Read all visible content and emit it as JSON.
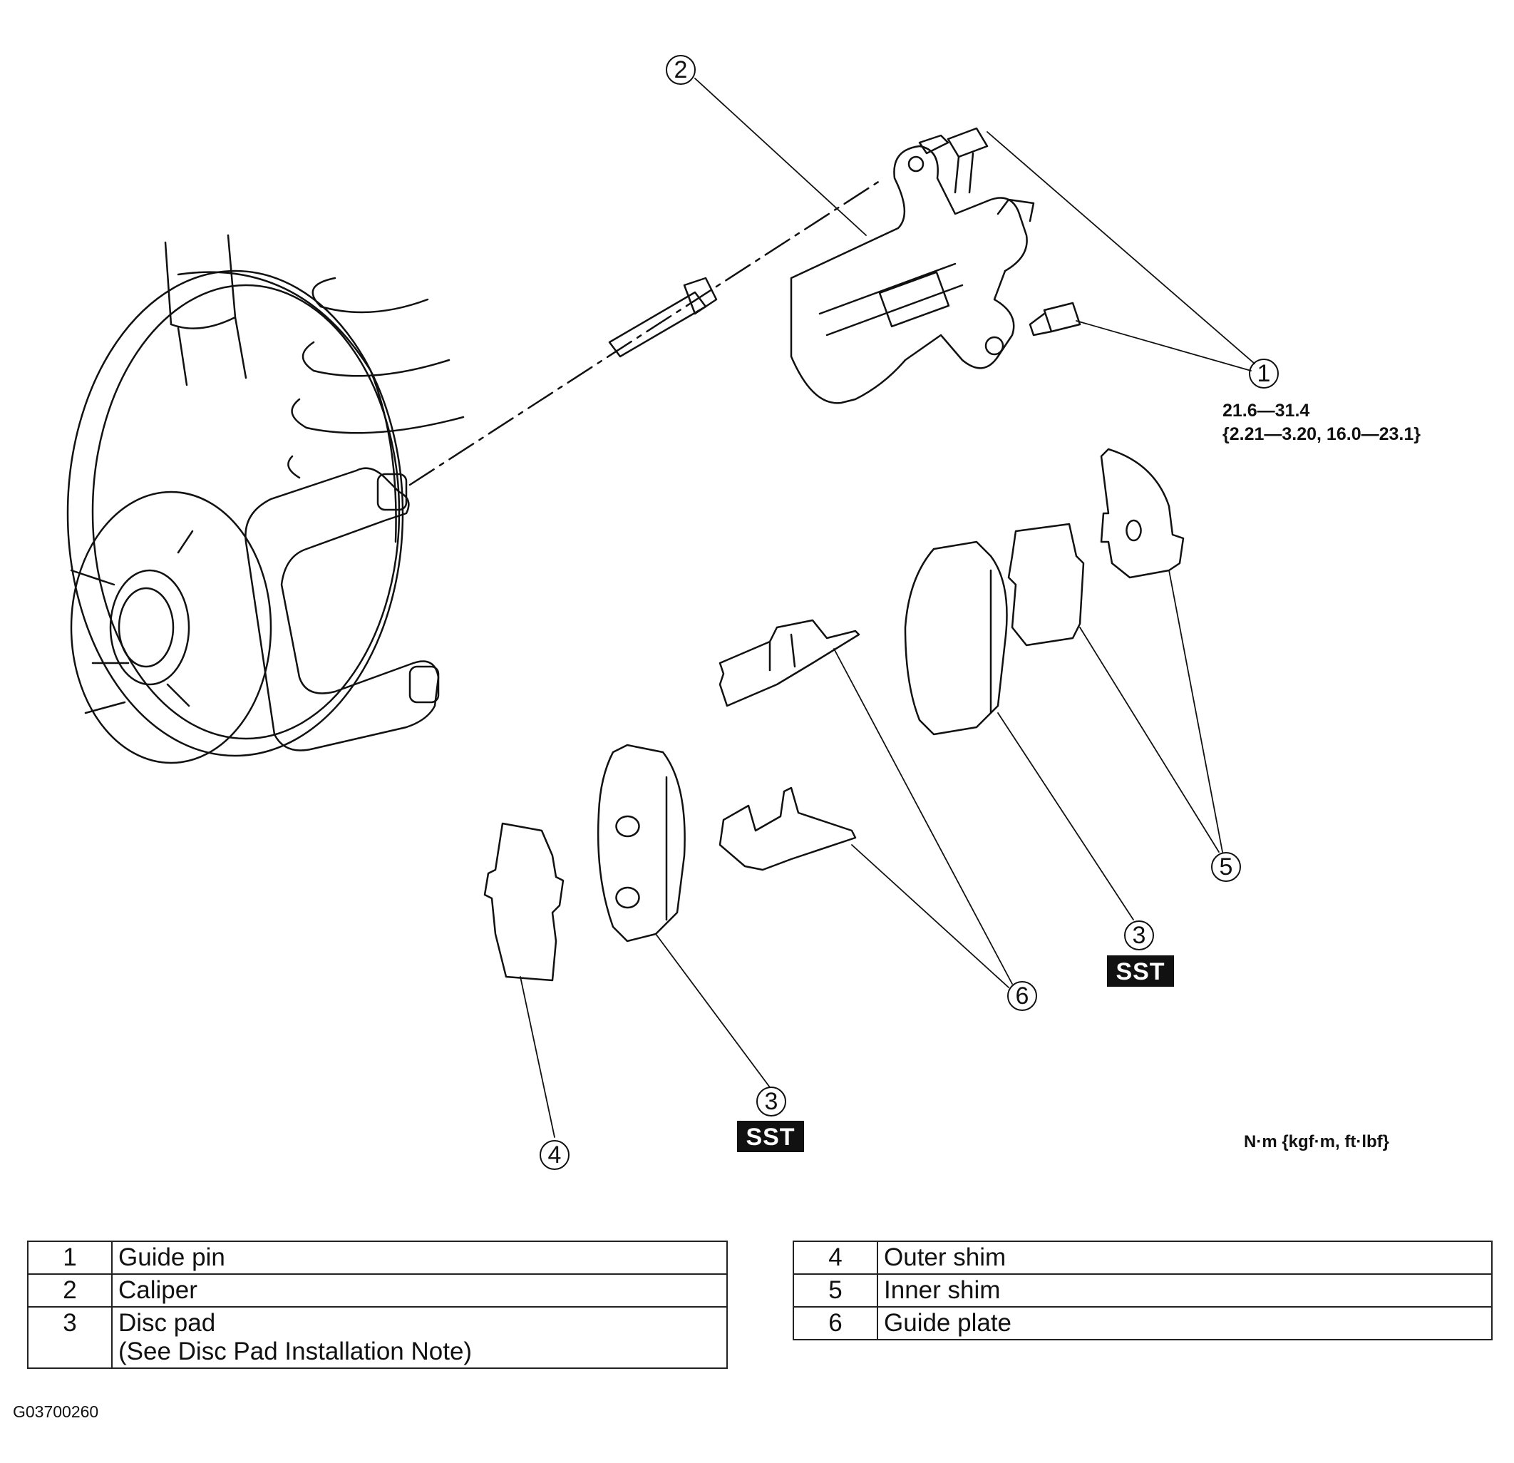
{
  "callouts": [
    {
      "id": "c1",
      "label": "1"
    },
    {
      "id": "c2",
      "label": "2"
    },
    {
      "id": "c3a",
      "label": "3"
    },
    {
      "id": "c3b",
      "label": "3"
    },
    {
      "id": "c4",
      "label": "4"
    },
    {
      "id": "c5",
      "label": "5"
    },
    {
      "id": "c6",
      "label": "6"
    }
  ],
  "torque": {
    "line1": "21.6—31.4",
    "line2": "{2.21—3.20, 16.0—23.1}"
  },
  "units": "N·m {kgf·m, ft·lbf}",
  "sst_label": "SST",
  "legend_left": [
    {
      "num": "1",
      "text": "Guide pin"
    },
    {
      "num": "2",
      "text": "Caliper"
    },
    {
      "num": "3",
      "text": "Disc pad",
      "note": "(See Disc Pad Installation Note)"
    }
  ],
  "legend_right": [
    {
      "num": "4",
      "text": "Outer shim"
    },
    {
      "num": "5",
      "text": "Inner shim"
    },
    {
      "num": "6",
      "text": "Guide plate"
    }
  ],
  "figure_id": "G03700260"
}
